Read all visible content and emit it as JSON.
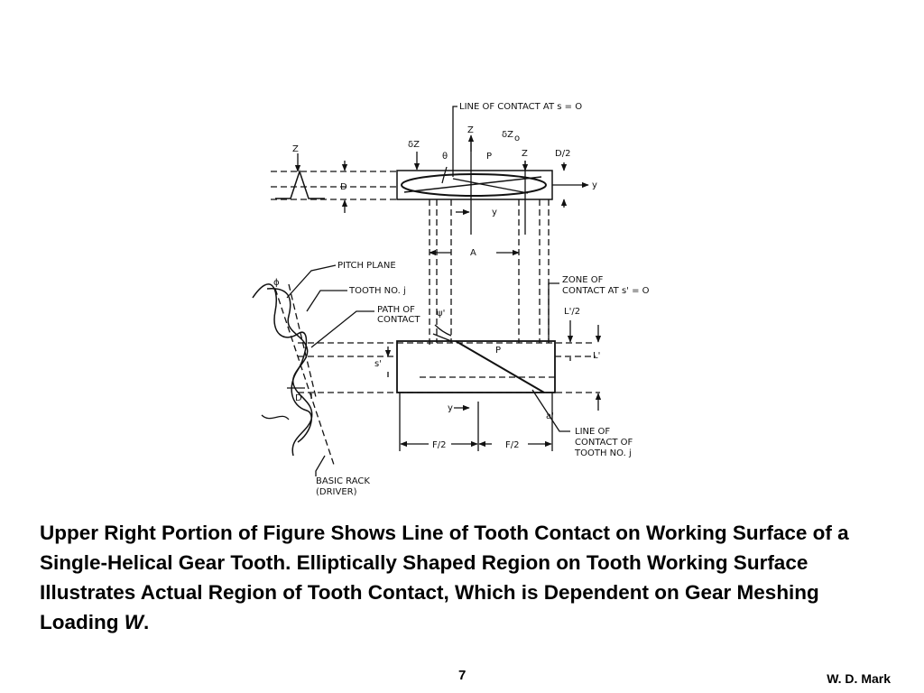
{
  "diagram": {
    "labels": {
      "line_of_contact_s0": "LINE OF CONTACT  AT  s = O",
      "z_left": "Z",
      "delta_z": "δZ",
      "theta": "θ",
      "z_mid": "Z",
      "delta_z0": "δZ",
      "delta_z0_sub": "o",
      "p_upper": "P",
      "z_right": "Z",
      "d_over_2": "D/2",
      "y_axis": "y",
      "d_left": "D",
      "y_upper": "y",
      "a_dim": "A",
      "pitch_plane": "PITCH PLANE",
      "phi": "ϕ",
      "tooth_no_j": "TOOTH NO. j",
      "path_of_contact_1": "PATH OF",
      "path_of_contact_2": "CONTACT",
      "psi_prime": "ψ'",
      "zone_of_contact_1": "ZONE OF",
      "zone_of_contact_2": "CONTACT AT  s' = O",
      "l_prime_over_2": "L'/2",
      "p_lower": "P",
      "s_prime": "s'",
      "l_prime": "L'",
      "d_lower": "D",
      "y_lower": "y",
      "a_prime": "a'",
      "line_of_contact_tooth_1": "LINE OF",
      "line_of_contact_tooth_2": "CONTACT OF",
      "line_of_contact_tooth_3": "TOOTH NO. j",
      "f_over_2_left": "F/2",
      "f_over_2_right": "F/2",
      "basic_rack_1": "BASIC RACK",
      "basic_rack_2": "(DRIVER)"
    }
  },
  "caption": {
    "main": "Upper Right Portion of Figure Shows Line of Tooth Contact on Working Surface of a Single-Helical Gear Tooth.  Elliptically Shaped Region on Tooth Working Surface Illustrates Actual Region of Tooth Contact, Which is Dependent on Gear Meshing Loading ",
    "variable": "W",
    "end": "."
  },
  "footer": {
    "page_number": "7",
    "author": "W. D. Mark"
  }
}
